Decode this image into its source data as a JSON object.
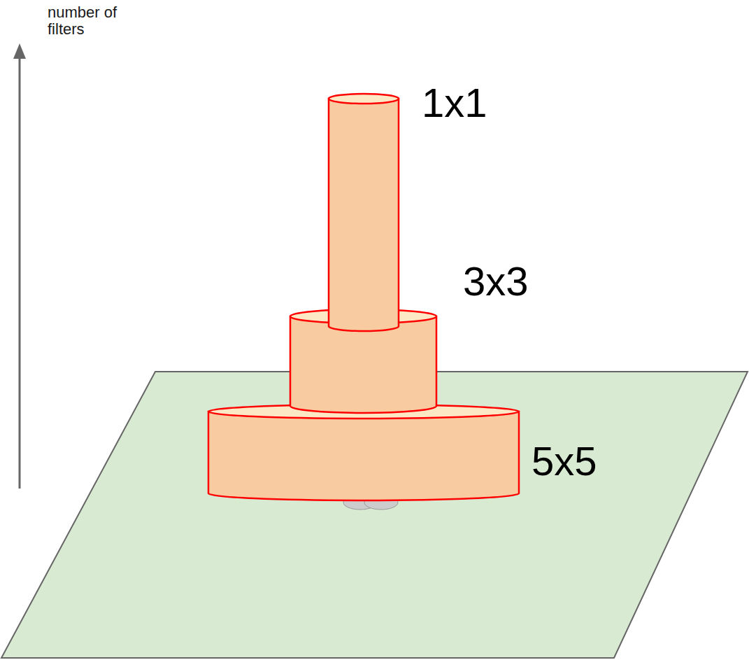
{
  "diagram": {
    "labels": [
      "number of filters",
      "1x1",
      "3x3",
      "5x5"
    ]
  }
}
